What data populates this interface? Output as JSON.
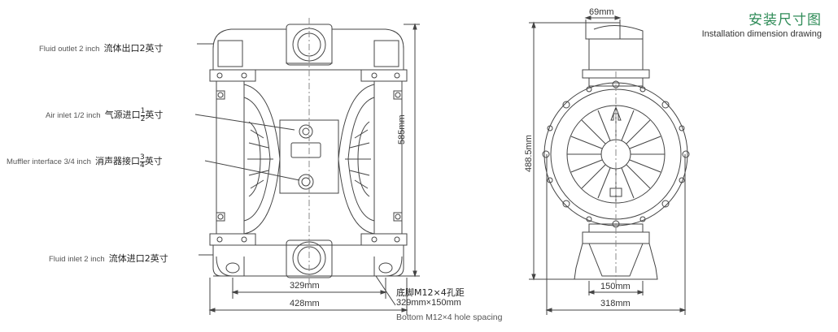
{
  "title": {
    "zh": "安装尺寸图",
    "en": "Installation dimension drawing"
  },
  "labels": {
    "fluid_outlet": {
      "en": "Fluid outlet 2 inch",
      "zh": "流体出口2英寸"
    },
    "air_inlet": {
      "en": "Air inlet 1/2 inch",
      "zh_prefix": "气源进口",
      "num": "1",
      "den": "2",
      "zh_suffix": "英寸"
    },
    "muffler": {
      "en": "Muffler interface 3/4 inch",
      "zh_prefix": "消声器接口",
      "num": "3",
      "den": "4",
      "zh_suffix": "英寸"
    },
    "fluid_inlet": {
      "en": "Fluid inlet 2 inch",
      "zh": "流体进口2英寸"
    }
  },
  "dimensions": {
    "front_width_inner": "329mm",
    "front_width_outer": "428mm",
    "front_height": "585mm",
    "side_top": "69mm",
    "side_height": "488.5mm",
    "side_base_inner": "150mm",
    "side_base_outer": "318mm"
  },
  "base_note": {
    "line1": "底脚M12×4孔距",
    "line2": "329mm×150mm",
    "line3": "Bottom M12×4 hole spacing"
  },
  "colors": {
    "title": "#2e8b57",
    "line": "#444444"
  }
}
